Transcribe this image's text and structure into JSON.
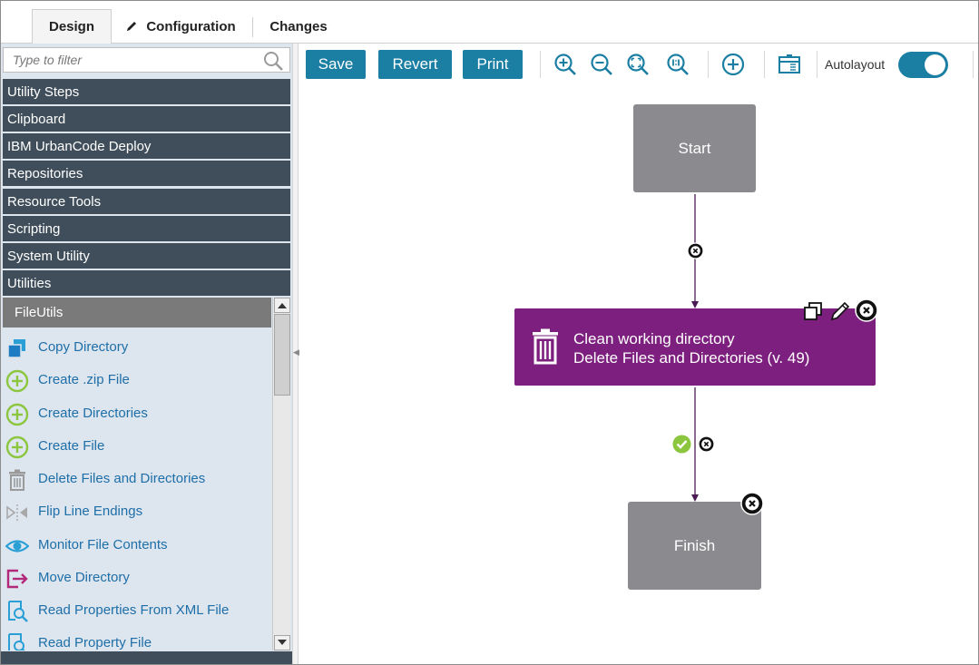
{
  "tabs": [
    {
      "label": "Design",
      "active": true
    },
    {
      "label": "Configuration",
      "icon": "pencil-icon"
    },
    {
      "label": "Changes"
    }
  ],
  "sidebar": {
    "filter_placeholder": "Type to filter",
    "categories": [
      "Utility Steps",
      "Clipboard",
      "IBM UrbanCode Deploy",
      "Repositories",
      "Resource Tools",
      "Scripting",
      "System Utility",
      "Utilities"
    ],
    "subgroup": "FileUtils",
    "items": [
      {
        "label": "Copy Directory",
        "icon": "copy-icon"
      },
      {
        "label": "Create .zip File",
        "icon": "plus-circle-icon"
      },
      {
        "label": "Create Directories",
        "icon": "plus-circle-icon"
      },
      {
        "label": "Create File",
        "icon": "plus-circle-icon"
      },
      {
        "label": "Delete Files and Directories",
        "icon": "trash-icon"
      },
      {
        "label": "Flip Line Endings",
        "icon": "flip-icon"
      },
      {
        "label": "Monitor File Contents",
        "icon": "eye-icon"
      },
      {
        "label": "Move Directory",
        "icon": "move-icon"
      },
      {
        "label": "Read Properties From XML File",
        "icon": "search-doc-icon"
      },
      {
        "label": "Read Property File",
        "icon": "search-doc-icon"
      }
    ]
  },
  "toolbar": {
    "save": "Save",
    "revert": "Revert",
    "print": "Print",
    "icons": [
      "zoom-in-icon",
      "zoom-out-icon",
      "zoom-fit-icon",
      "zoom-reset-icon",
      "add-icon",
      "layout-icon"
    ],
    "autolayout_label": "Autolayout",
    "autolayout_on": true
  },
  "canvas": {
    "start_label": "Start",
    "finish_label": "Finish",
    "step": {
      "name": "Clean working directory",
      "type": "Delete Files and Directories (v. 49)",
      "icon": "trash-icon"
    }
  },
  "colors": {
    "accent": "#1b7ea3",
    "step": "#7d1f7e",
    "node": "#8b8a8e",
    "category": "#3f4e5a",
    "link": "#1e6ea8",
    "success": "#8cc63f",
    "connector": "#4b1a55"
  }
}
